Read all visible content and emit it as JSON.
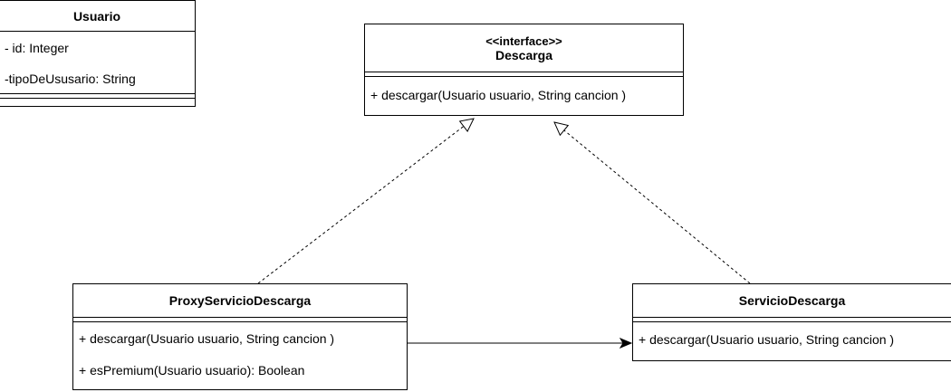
{
  "classes": {
    "usuario": {
      "name": "Usuario",
      "attributes": [
        "- id: Integer",
        "-tipoDeUsusario: String"
      ]
    },
    "descarga": {
      "stereotype": "<<interface>>",
      "name": "Descarga",
      "methods": [
        "+ descargar(Usuario usuario, String cancion )"
      ]
    },
    "proxy": {
      "name": "ProxyServicioDescarga",
      "methods": [
        "+ descargar(Usuario usuario, String cancion )",
        "+ esPremium(Usuario usuario): Boolean"
      ]
    },
    "servicio": {
      "name": "ServicioDescarga",
      "methods": [
        "+ descargar(Usuario usuario, String cancion )"
      ]
    }
  },
  "relations": [
    {
      "type": "realization",
      "from": "ProxyServicioDescarga",
      "to": "Descarga"
    },
    {
      "type": "realization",
      "from": "ServicioDescarga",
      "to": "Descarga"
    },
    {
      "type": "association",
      "from": "ProxyServicioDescarga",
      "to": "ServicioDescarga"
    }
  ],
  "colors": {
    "line": "#000000",
    "background": "#ffffff"
  }
}
